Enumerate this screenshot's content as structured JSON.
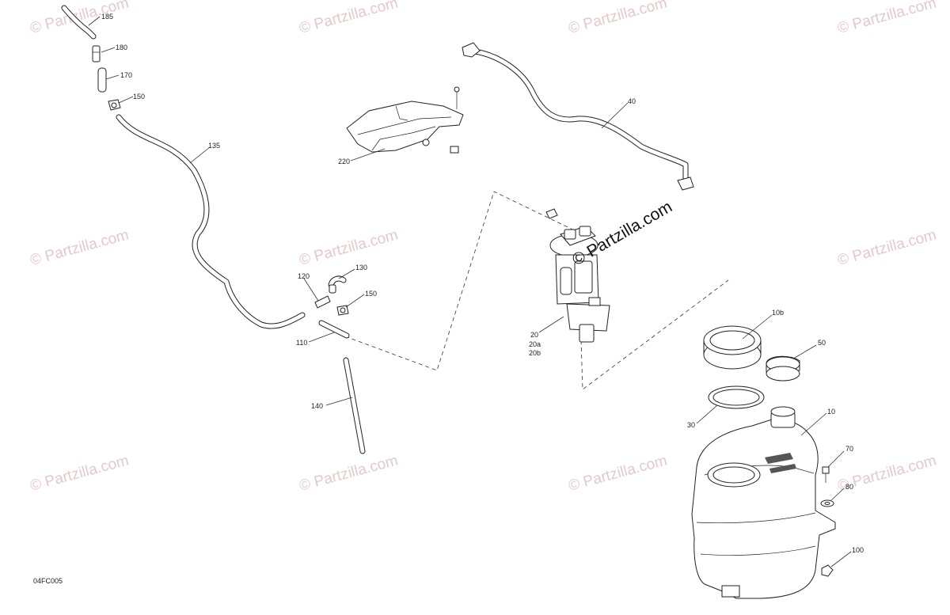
{
  "diagram_code": "04FC005",
  "watermark": {
    "text": "© Partzilla.com",
    "main_text": "© Partzilla.com",
    "color": "#e4c9c9"
  },
  "callouts": {
    "c185": "185",
    "c180": "180",
    "c170": "170",
    "c150a": "150",
    "c135": "135",
    "c220": "220",
    "c40": "40",
    "c130": "130",
    "c120": "120",
    "c150b": "150",
    "c110": "110",
    "c140": "140",
    "c20": "20",
    "c20a": "20a",
    "c20b": "20b",
    "c10b": "10b",
    "c50": "50",
    "c30": "30",
    "c10": "10",
    "c70": "70",
    "c80": "80",
    "c100": "100"
  }
}
